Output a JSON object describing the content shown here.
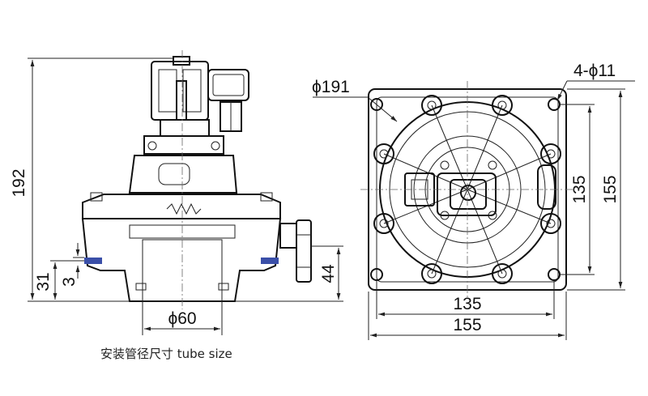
{
  "side_view": {
    "height_label": "192",
    "port_diameter_label": "ϕ60",
    "height_44_label": "44",
    "height_31_label": "31",
    "height_3_label": "3"
  },
  "front_view": {
    "circle_diameter_label": "ϕ191",
    "holes_label": "4-ϕ11",
    "vertical_inner_label": "135",
    "vertical_outer_label": "155",
    "horizontal_inner_label": "135",
    "horizontal_outer_label": "155"
  },
  "caption": "安装管径尺寸 tube size",
  "colors": {
    "line": "#111111",
    "seal": "#3a4fa8",
    "fill": "#d9d9d9",
    "accent": "#555555"
  }
}
